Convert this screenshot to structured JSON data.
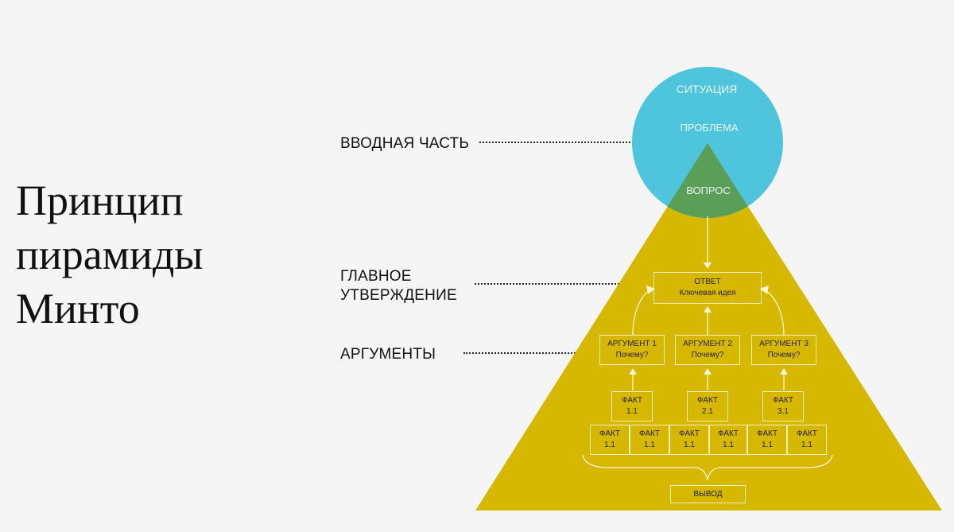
{
  "title_lines": [
    "Принцип",
    "пирамиды",
    "Минто"
  ],
  "labels": {
    "intro": "ВВОДНАЯ ЧАСТЬ",
    "main_line1": "ГЛАВНОЕ",
    "main_line2": "УТВЕРЖДЕНИЕ",
    "arguments": "АРГУМЕНТЫ"
  },
  "circle": {
    "situation": "СИТУАЦИЯ",
    "problem": "ПРОБЛЕМА",
    "question": "ВОПРОС"
  },
  "answer": {
    "line1": "ОТВЕТ",
    "line2": "Ключевая идея"
  },
  "arguments": [
    {
      "line1": "АРГУМЕНТ 1",
      "line2": "Почему?"
    },
    {
      "line1": "АРГУМЕНТ 2",
      "line2": "Почему?"
    },
    {
      "line1": "АРГУМЕНТ 3",
      "line2": "Почему?"
    }
  ],
  "facts_top": [
    {
      "line1": "ФАКТ",
      "line2": "1.1"
    },
    {
      "line1": "ФАКТ",
      "line2": "2.1"
    },
    {
      "line1": "ФАКТ",
      "line2": "3.1"
    }
  ],
  "facts_bottom": [
    {
      "line1": "ФАКТ",
      "line2": "1.1"
    },
    {
      "line1": "ФАКТ",
      "line2": "1.1"
    },
    {
      "line1": "ФАКТ",
      "line2": "1.1"
    },
    {
      "line1": "ФАКТ",
      "line2": "1.1"
    },
    {
      "line1": "ФАКТ",
      "line2": "1.1"
    },
    {
      "line1": "ФАКТ",
      "line2": "1.1"
    }
  ],
  "conclusion": "ВЫВОД",
  "colors": {
    "pyramid": "#d6b800",
    "circle": "#4ec5dc",
    "overlap": "#5a9e57",
    "lines": "#fbf6d8"
  }
}
